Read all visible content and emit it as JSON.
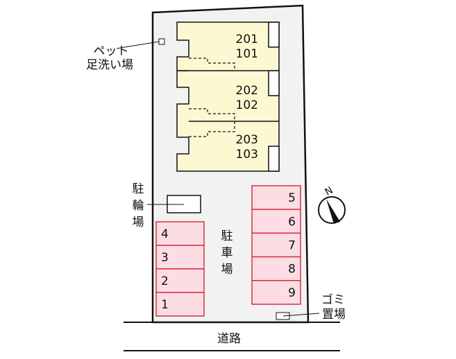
{
  "colors": {
    "lot": "#f2f2f2",
    "building": "#fbf8d2",
    "parking_fill": "#fbdde3",
    "parking_stroke": "#d8303f"
  },
  "units": [
    {
      "upper": "201",
      "lower": "101"
    },
    {
      "upper": "202",
      "lower": "102"
    },
    {
      "upper": "203",
      "lower": "103"
    }
  ],
  "labels": {
    "pet_line1": "ペット",
    "pet_line2": "足洗い場",
    "bike": [
      "駐",
      "輪",
      "場"
    ],
    "parking": [
      "駐",
      "車",
      "場"
    ],
    "garbage_line1": "ゴミ",
    "garbage_line2": "置場",
    "road": "道路",
    "north": "N"
  },
  "parking_left": [
    "4",
    "3",
    "2",
    "1"
  ],
  "parking_right": [
    "5",
    "6",
    "7",
    "8",
    "9"
  ]
}
